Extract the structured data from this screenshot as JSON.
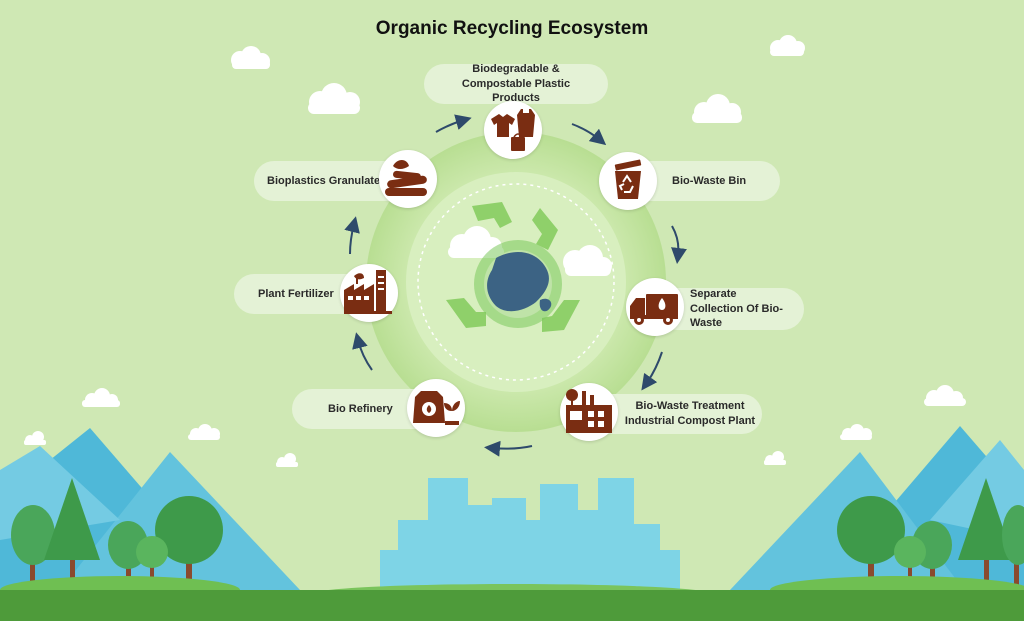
{
  "title": "Organic Recycling Ecosystem",
  "colors": {
    "background": "#cfe8b4",
    "icon": "#7a2d12",
    "arrow": "#2e4a6b",
    "earth": "#3c6384",
    "recycle": "#7cc85c",
    "grass": "#4e9b3a",
    "mountain": "#46b4d4"
  },
  "cycle": [
    {
      "id": "bioplastic-products",
      "label": "Biodegradable & Compostable Plastic Products",
      "icon": "clothes-bag-icon"
    },
    {
      "id": "bio-waste-bin",
      "label": "Bio-Waste Bin",
      "icon": "recycle-bin-icon"
    },
    {
      "id": "separate-collection",
      "label": "Separate Collection Of Bio-Waste",
      "icon": "truck-icon"
    },
    {
      "id": "compost-plant",
      "label": "Bio-Waste Treatment Industrial Compost Plant",
      "icon": "plant-factory-icon"
    },
    {
      "id": "bio-refinery",
      "label": "Bio Refinery",
      "icon": "sack-seedling-icon"
    },
    {
      "id": "plant-fertilizer",
      "label": "Plant Fertilizer",
      "icon": "factory-icon"
    },
    {
      "id": "bioplastics-granulates",
      "label": "Bioplastics Granulates",
      "icon": "granulates-icon"
    }
  ]
}
